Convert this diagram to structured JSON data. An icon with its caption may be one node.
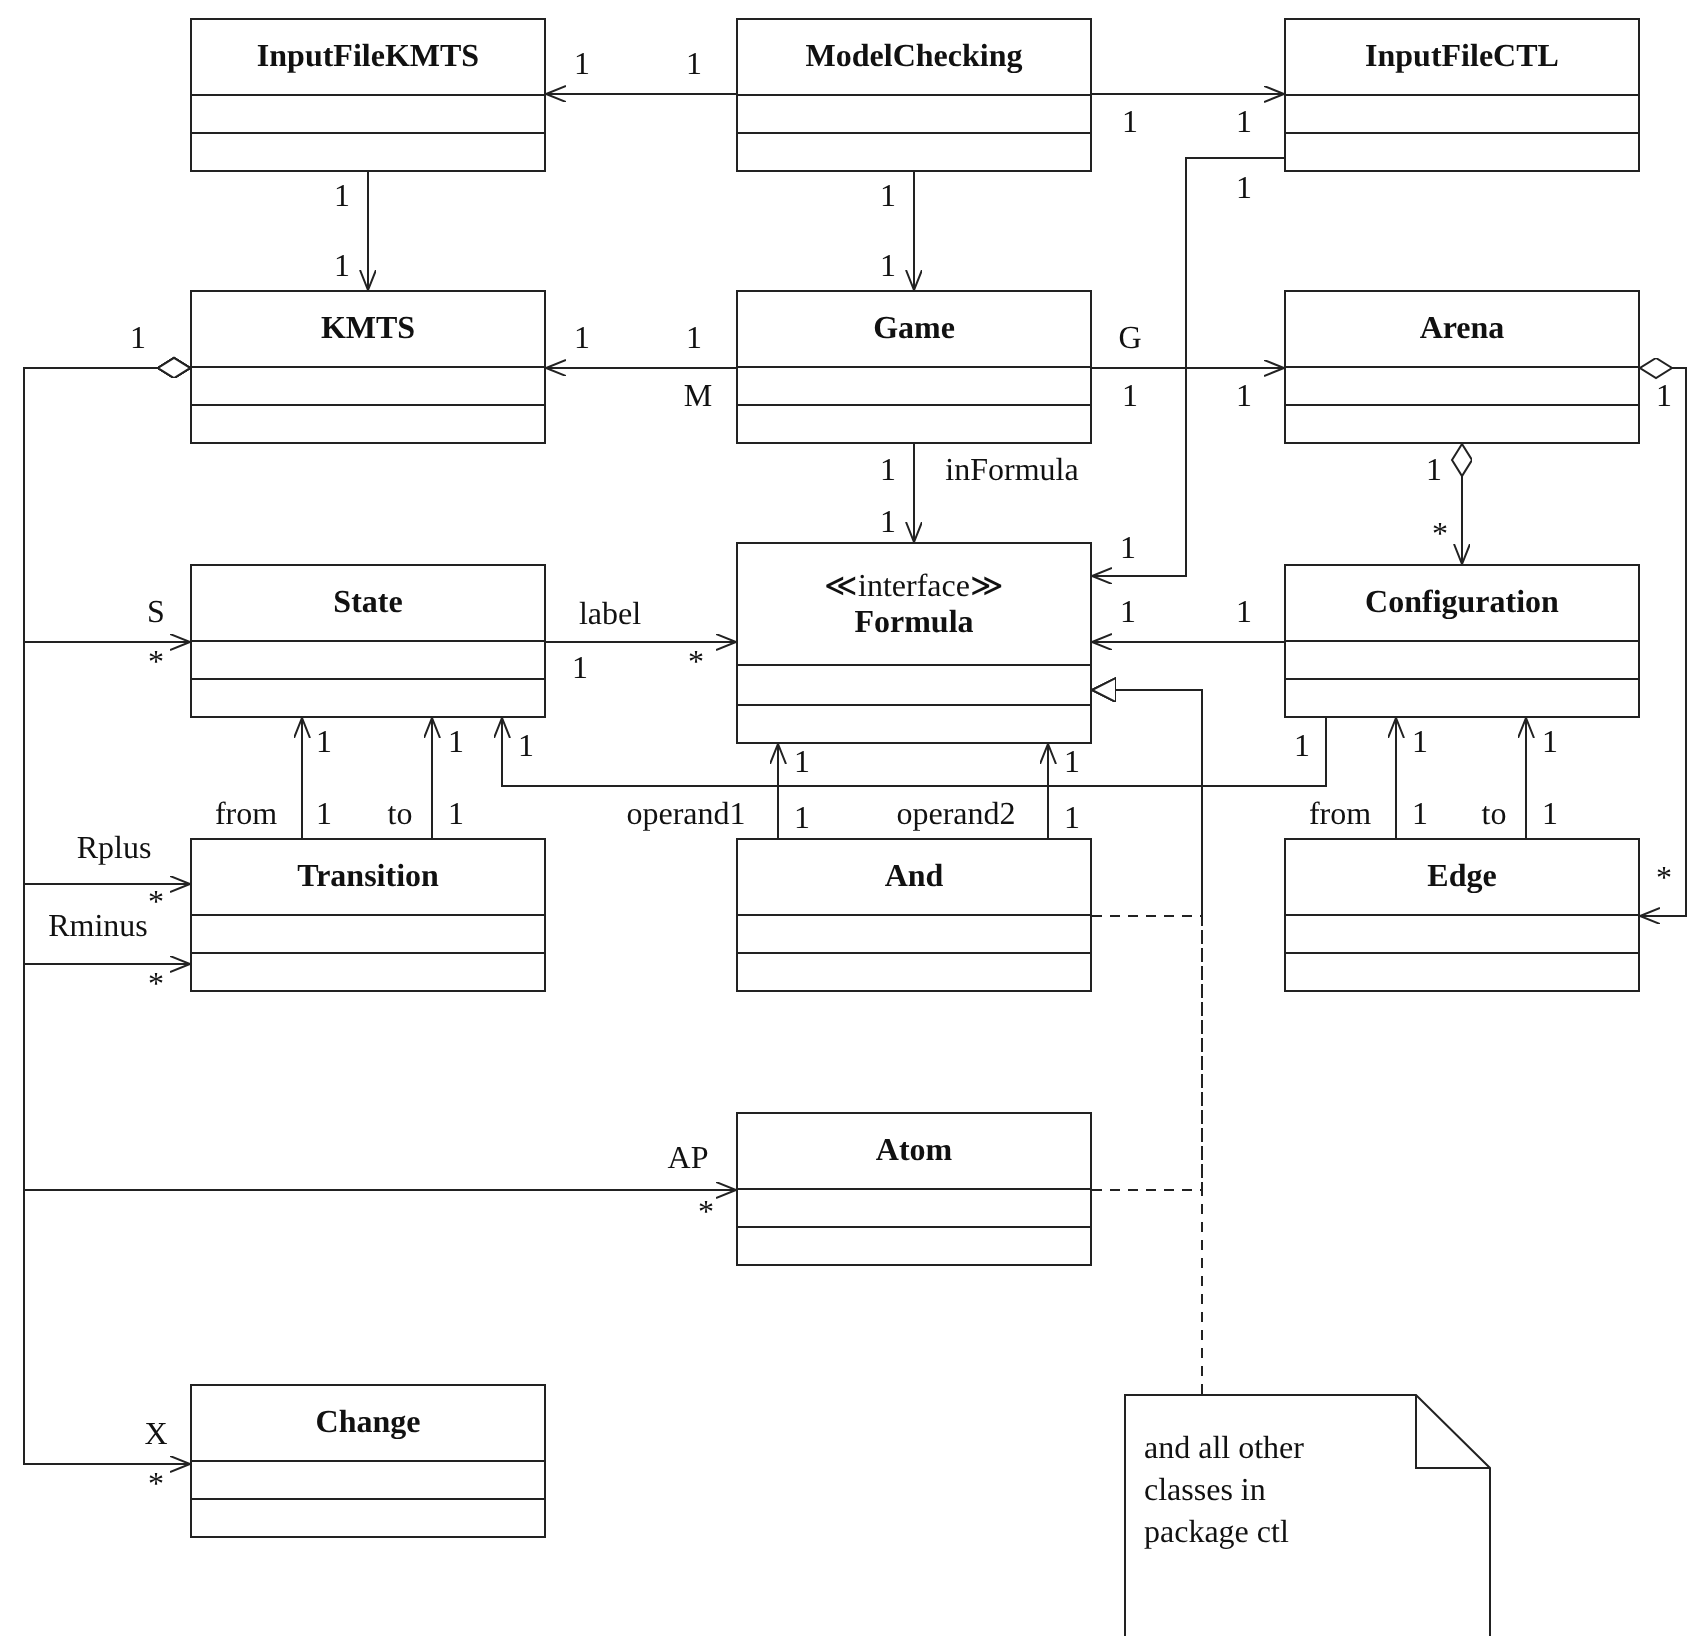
{
  "diagram": {
    "nodes": [
      {
        "text": [
          "InputFileKMTS"
        ]
      },
      {
        "text": [
          "ModelChecking"
        ]
      },
      {
        "text": [
          "InputFileCTL"
        ]
      },
      {
        "text": [
          "KMTS"
        ]
      },
      {
        "text": [
          "Game"
        ]
      },
      {
        "text": [
          "Arena"
        ]
      },
      {
        "text": [
          "State"
        ]
      },
      {
        "text": [
          "≪interface≫",
          "Formula"
        ]
      },
      {
        "text": [
          "Configuration"
        ]
      },
      {
        "text": [
          "Transition"
        ]
      },
      {
        "text": [
          "And"
        ]
      },
      {
        "text": [
          "Edge"
        ]
      },
      {
        "text": [
          "Atom"
        ]
      },
      {
        "text": [
          "Change"
        ]
      },
      {
        "text": [
          "and all other classes in package ctl"
        ]
      }
    ],
    "edges": [
      {
        "from": 1,
        "to": 0,
        "arrow": "to"
      },
      {
        "from": 1,
        "to": 2,
        "arrow": "to"
      },
      {
        "from": 0,
        "to": 3,
        "arrow": "to"
      },
      {
        "from": 1,
        "to": 4,
        "arrow": "to"
      },
      {
        "from": 2,
        "to": 7,
        "arrow": "to"
      },
      {
        "from": 4,
        "to": 3,
        "arrow": "to",
        "label": "M"
      },
      {
        "from": 4,
        "to": 5,
        "arrow": "to",
        "label": "G"
      },
      {
        "from": 3,
        "to": 6,
        "arrow": "to",
        "label": "S"
      },
      {
        "from": 3,
        "to": 9,
        "arrow": "to",
        "label": "Rplus"
      },
      {
        "from": 3,
        "to": 9,
        "arrow": "to",
        "label": "Rminus"
      },
      {
        "from": 3,
        "to": 12,
        "arrow": "to",
        "label": "AP"
      },
      {
        "from": 3,
        "to": 13,
        "arrow": "to",
        "label": "X"
      },
      {
        "from": 5,
        "to": 11,
        "arrow": "to"
      },
      {
        "from": 5,
        "to": 8,
        "arrow": "to"
      },
      {
        "from": 4,
        "to": 7,
        "arrow": "to",
        "label": "inFormula"
      },
      {
        "from": 6,
        "to": 7,
        "arrow": "to",
        "label": "label"
      },
      {
        "from": 8,
        "to": 7,
        "arrow": "to"
      },
      {
        "from": 9,
        "to": 6,
        "arrow": "to",
        "label": "from"
      },
      {
        "from": 9,
        "to": 6,
        "arrow": "to",
        "label": "to"
      },
      {
        "from": 10,
        "to": 7,
        "arrow": "to",
        "label": "operand1"
      },
      {
        "from": 10,
        "to": 7,
        "arrow": "to",
        "label": "operand2"
      },
      {
        "from": 8,
        "to": 6,
        "arrow": "to"
      },
      {
        "from": 11,
        "to": 8,
        "arrow": "to",
        "label": "from"
      },
      {
        "from": 11,
        "to": 8,
        "arrow": "to",
        "label": "to"
      },
      {
        "from": 10,
        "to": 7,
        "arrow": "to",
        "style": "dashed"
      },
      {
        "from": 12,
        "to": 7,
        "arrow": "to",
        "style": "dashed"
      },
      {
        "from": 14,
        "to": 7,
        "arrow": "to",
        "style": "dashed"
      }
    ],
    "labels": [
      "1",
      "1",
      "1",
      "1",
      "1",
      "1",
      "1",
      "1",
      "1",
      "1",
      "1",
      "1",
      "1",
      "1",
      "1",
      "1",
      "1",
      "1",
      "1",
      "*",
      "1",
      "1",
      "*",
      "1",
      "*",
      "1",
      "1",
      "1",
      "1",
      "1",
      "1",
      "1",
      "1",
      "1",
      "1",
      "1",
      "1",
      "1",
      "1",
      "*",
      "*",
      "*",
      "*",
      "*"
    ]
  }
}
